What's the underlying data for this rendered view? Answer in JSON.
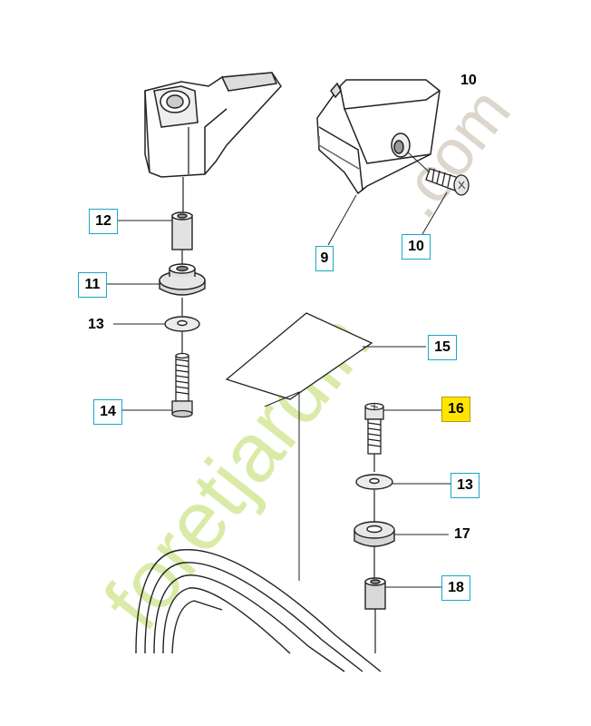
{
  "parts": {
    "p12": "12",
    "p11": "11",
    "p13a": "13",
    "p14": "14",
    "p9": "9",
    "p10a": "10",
    "p10b": "10",
    "p15": "15",
    "p16": "16",
    "p13b": "13",
    "p17": "17",
    "p18": "18"
  },
  "watermark": {
    "prefix": "foretjardin",
    "suffix": ".com",
    "prefix_color": "#d4e89a",
    "suffix_color": "#d8cfc4"
  },
  "colors": {
    "label_border": "#19a7c9",
    "highlight": "#ffe600"
  }
}
